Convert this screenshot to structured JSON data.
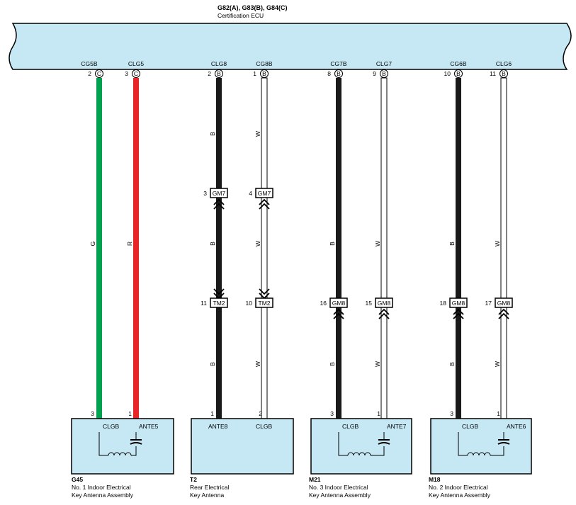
{
  "ecu": {
    "title": "G82(A), G83(B), G84(C)",
    "subtitle": "Certification ECU",
    "pins": [
      {
        "num": "2",
        "letter": "C",
        "name": "CG5B"
      },
      {
        "num": "3",
        "letter": "C",
        "name": "CLG5"
      },
      {
        "num": "2",
        "letter": "B",
        "name": "CLG8"
      },
      {
        "num": "1",
        "letter": "B",
        "name": "CG8B"
      },
      {
        "num": "8",
        "letter": "B",
        "name": "CG7B"
      },
      {
        "num": "9",
        "letter": "B",
        "name": "CLG7"
      },
      {
        "num": "10",
        "letter": "B",
        "name": "CG6B"
      },
      {
        "num": "11",
        "letter": "B",
        "name": "CLG6"
      }
    ]
  },
  "colors": {
    "box_fill": "#c6e8f5",
    "green": "#00a24f",
    "red": "#e8262a",
    "black": "#1a1a1a",
    "white_wire": "#ffffff"
  },
  "wires": [
    {
      "color_code": "G"
    },
    {
      "color_code": "R"
    },
    {
      "color_code": "B"
    },
    {
      "color_code": "W"
    },
    {
      "color_code": "B"
    },
    {
      "color_code": "W"
    },
    {
      "color_code": "B"
    },
    {
      "color_code": "W"
    }
  ],
  "connectors": {
    "gm7": [
      {
        "num": "3",
        "name": "GM7"
      },
      {
        "num": "4",
        "name": "GM7"
      }
    ],
    "tm2": [
      {
        "num": "11",
        "name": "TM2"
      },
      {
        "num": "10",
        "name": "TM2"
      }
    ],
    "gm8": [
      {
        "num": "16",
        "name": "GM8"
      },
      {
        "num": "15",
        "name": "GM8"
      },
      {
        "num": "18",
        "name": "GM8"
      },
      {
        "num": "17",
        "name": "GM8"
      }
    ]
  },
  "antennas": [
    {
      "id": "G45",
      "line1": "No.  1 Indoor Electrical",
      "line2": "Key Antenna Assembly",
      "left_pin": "3",
      "right_pin": "1",
      "left_label": "CLGB",
      "right_label": "ANTE5"
    },
    {
      "id": "T2",
      "line1": "Rear Electrical",
      "line2": "Key Antenna",
      "left_pin": "1",
      "right_pin": "2",
      "left_label": "ANTE8",
      "right_label": "CLGB"
    },
    {
      "id": "M21",
      "line1": "No.  3 Indoor Electrical",
      "line2": "Key Antenna Assembly",
      "left_pin": "3",
      "right_pin": "1",
      "left_label": "CLGB",
      "right_label": "ANTE7"
    },
    {
      "id": "M18",
      "line1": "No.  2 Indoor Electrical",
      "line2": "Key Antenna Assembly",
      "left_pin": "3",
      "right_pin": "1",
      "left_label": "CLGB",
      "right_label": "ANTE6"
    }
  ]
}
